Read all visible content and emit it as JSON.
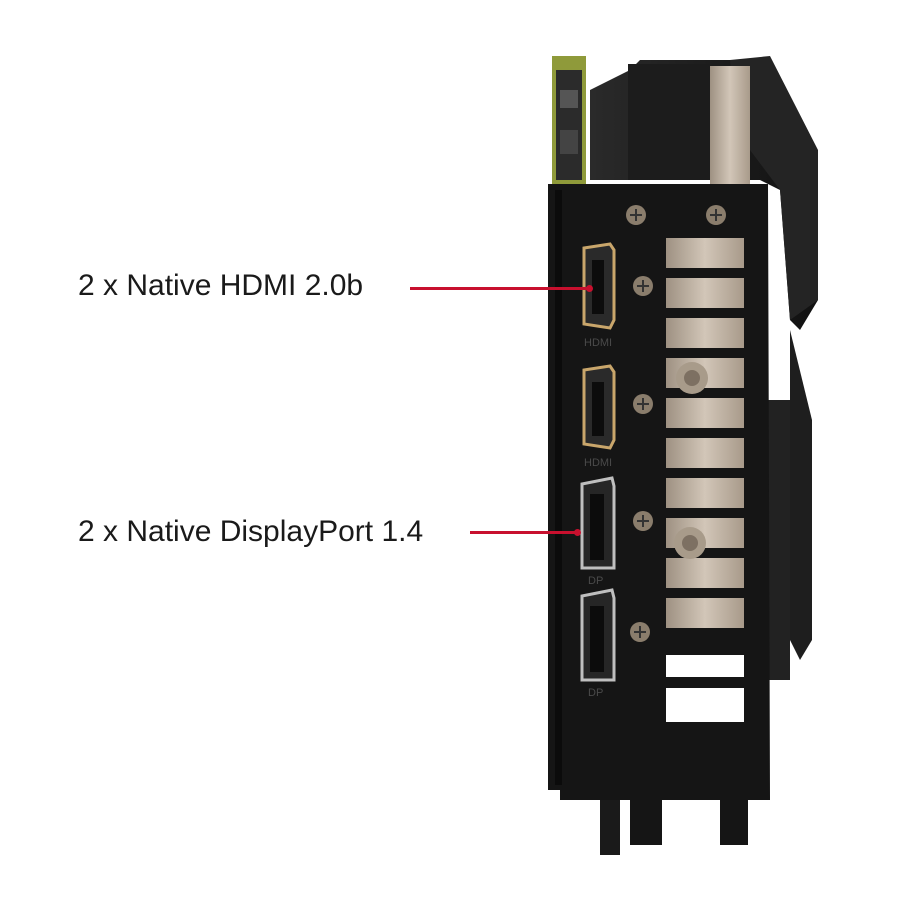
{
  "callouts": {
    "hdmi": {
      "label": "2 x Native HDMI 2.0b"
    },
    "displayport": {
      "label": "2 x Native DisplayPort 1.4"
    }
  },
  "ports": {
    "hdmi_text": "HDMI",
    "dp_text": "DP"
  },
  "colors": {
    "leader_line": "#c8102e",
    "bracket": "#141414",
    "heatsink": "#b7aa9c"
  }
}
